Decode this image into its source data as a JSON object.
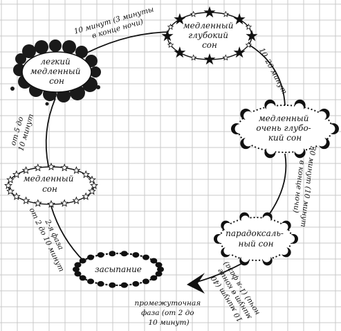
{
  "nodes": {
    "light_slow": {
      "lines": [
        "легкий",
        "медленный",
        "сон"
      ]
    },
    "deep_slow": {
      "lines": [
        "медленный",
        "глубокий",
        "сон"
      ]
    },
    "very_deep_slow": {
      "lines": [
        "медленный",
        "очень глубо-",
        "кий сон"
      ]
    },
    "paradoxical": {
      "lines": [
        "парадоксаль-",
        "ный сон"
      ]
    },
    "falling_asleep": {
      "lines": [
        "засыпание"
      ]
    },
    "slow": {
      "lines": [
        "медленный",
        "сон"
      ]
    }
  },
  "edges": {
    "light_to_deep": [
      "10 минут (3 минуты",
      "в конце ночи)"
    ],
    "deep_to_very_deep": [
      "10–20 минут"
    ],
    "very_deep_to_paradoxical": [
      "30 минут (10 минут",
      "в конце ночи)"
    ],
    "paradoxical_label": [
      "10 минут (40",
      "минут в конце",
      "ночи) (1-я фаза)"
    ],
    "intermediate_phase": [
      "промежуточная",
      "фаза (от 2 до",
      "10 минут)"
    ],
    "falling_to_slow": [
      "2-я фаза",
      "от 2 до 10 минут"
    ],
    "slow_to_light": [
      "от 5 до",
      "10 минут"
    ]
  },
  "colors": {
    "grid": "#c8c8c8",
    "ink": "#111111",
    "cloud": "#1a1a1a",
    "background": "#ffffff"
  }
}
